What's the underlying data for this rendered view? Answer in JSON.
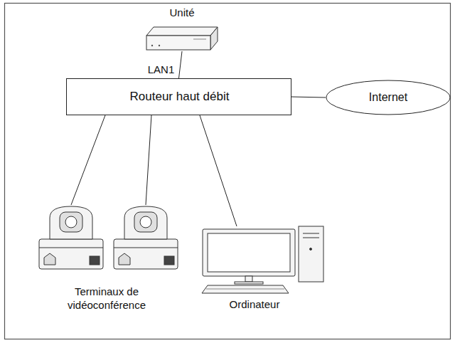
{
  "diagram": {
    "nodes": [
      {
        "text": [
          "Unité"
        ]
      },
      {
        "text": [
          "Routeur haut débit"
        ]
      },
      {
        "text": [
          "Internet"
        ]
      },
      {
        "text": [
          "Terminaux de vidéoconférence"
        ]
      },
      {
        "text": [
          "Ordinateur"
        ]
      }
    ],
    "edges": [
      {
        "from": 0,
        "to": 1,
        "arrow": "none",
        "label": "LAN1"
      },
      {
        "from": 1,
        "to": 2,
        "arrow": "none"
      },
      {
        "from": 1,
        "to": 3,
        "arrow": "none"
      },
      {
        "from": 1,
        "to": 3,
        "arrow": "none"
      },
      {
        "from": 1,
        "to": 4,
        "arrow": "none"
      }
    ]
  }
}
